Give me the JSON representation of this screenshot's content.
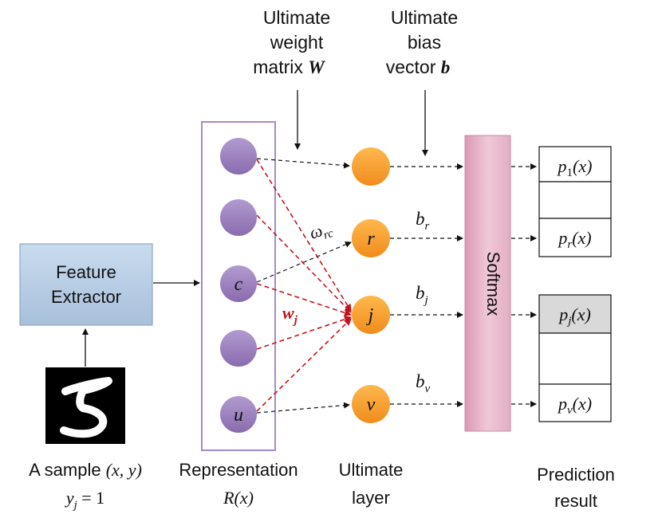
{
  "top_labels": {
    "weight": {
      "line1": "Ultimate",
      "line2": "weight",
      "line3_text": "matrix",
      "line3_symbol": "W"
    },
    "bias": {
      "line1": "Ultimate",
      "line2": "bias",
      "line3_text": "vector",
      "line3_symbol": "b"
    }
  },
  "feature_extractor": {
    "line1": "Feature",
    "line2": "Extractor"
  },
  "representation_nodes": [
    "",
    "",
    "c",
    "",
    "u"
  ],
  "ultimate_nodes": [
    "",
    "r",
    "j",
    "v"
  ],
  "bias_labels": {
    "r": "r",
    "j": "j",
    "v": "v",
    "base": "b"
  },
  "weight_labels": {
    "omega_symbol": "ω",
    "omega_sub": "rc",
    "w_symbol": "w",
    "w_sub": "j"
  },
  "softmax_label": "Softmax",
  "prediction_cells": [
    {
      "p": "p",
      "sub": "1",
      "arg": "(x)",
      "highlight": false
    },
    {
      "p": "",
      "sub": "",
      "arg": "",
      "highlight": false
    },
    {
      "p": "p",
      "sub": "r",
      "arg": "(x)",
      "highlight": false
    },
    {
      "p": "p",
      "sub": "j",
      "arg": "(x)",
      "highlight": true
    },
    {
      "p": "",
      "sub": "",
      "arg": "",
      "highlight": false
    },
    {
      "p": "p",
      "sub": "v",
      "arg": "(x)",
      "highlight": false
    }
  ],
  "bottom_labels": {
    "sample_line1_text": "A sample",
    "sample_line1_math": "(x, y)",
    "sample_line2_var": "y",
    "sample_line2_sub": "j",
    "sample_line2_rest": " = 1",
    "representation": "Representation",
    "representation_math": "R(x)",
    "ultimate_line1": "Ultimate",
    "ultimate_line2": "layer",
    "prediction_line1": "Prediction",
    "prediction_line2": "result"
  },
  "colors": {
    "purple_node": "#9a7dbb",
    "orange_node": "#f5a032",
    "softmax_fill": "#e6b3c4",
    "feature_fill": "#b9cde3",
    "red_edge": "#c0141b",
    "highlight_cell": "#d9d9d9"
  }
}
